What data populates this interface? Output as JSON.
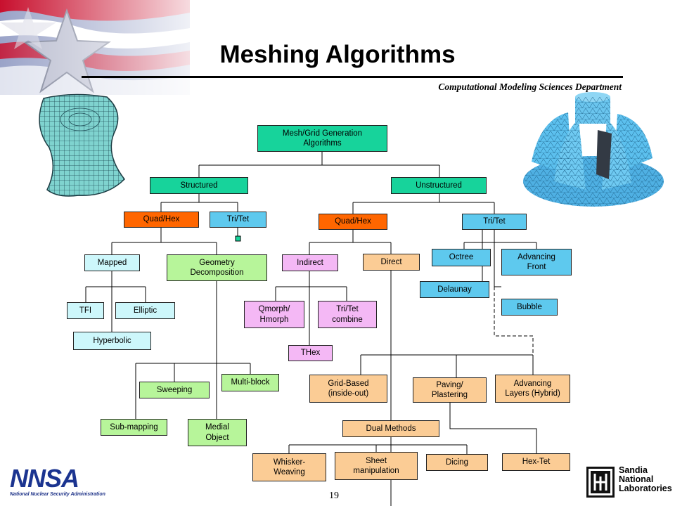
{
  "slide": {
    "title": "Meshing Algorithms",
    "department": "Computational Modeling Sciences Department",
    "page_number": "19"
  },
  "logos": {
    "nnsa_text": "NNSA",
    "nnsa_full": "National Nuclear Security Administration",
    "sandia_text": "Sandia\nNational\nLaboratories"
  },
  "diagram": {
    "root": "Mesh/Grid Generation\nAlgorithms",
    "structured": "Structured",
    "unstructured": "Unstructured",
    "s_quadhex": "Quad/Hex",
    "s_tritet": "Tri/Tet",
    "u_quadhex": "Quad/Hex",
    "u_tritet": "Tri/Tet",
    "mapped": "Mapped",
    "geometry_decomposition": "Geometry\nDecomposition",
    "indirect": "Indirect",
    "direct": "Direct",
    "octree": "Octree",
    "advancing_front": "Advancing\nFront",
    "delaunay": "Delaunay",
    "bubble": "Bubble",
    "tfi": "TFI",
    "elliptic": "Elliptic",
    "hyperbolic": "Hyperbolic",
    "qmorph": "Qmorph/\nHmorph",
    "tritet_combine": "Tri/Tet\ncombine",
    "thex": "THex",
    "sweeping": "Sweeping",
    "multiblock": "Multi-block",
    "submapping": "Sub-mapping",
    "medial_object": "Medial\nObject",
    "grid_based": "Grid-Based\n(inside-out)",
    "paving": "Paving/\nPlastering",
    "advancing_layers": "Advancing\nLayers (Hybrid)",
    "dual_methods": "Dual Methods",
    "whisker_weaving": "Whisker-\nWeaving",
    "sheet_manipulation": "Sheet\nmanipulation",
    "dicing": "Dicing",
    "hextet": "Hex-Tet"
  },
  "colors": {
    "teal": "#17d39b",
    "orange": "#ff6600",
    "blue": "#5ec9ee",
    "light_cyan": "#cdf7fb",
    "light_green": "#b7f59a",
    "pink": "#f4b8f5",
    "peach": "#fbcc95",
    "nnsa_blue": "#1b3490",
    "star_red": "#c8102e"
  }
}
